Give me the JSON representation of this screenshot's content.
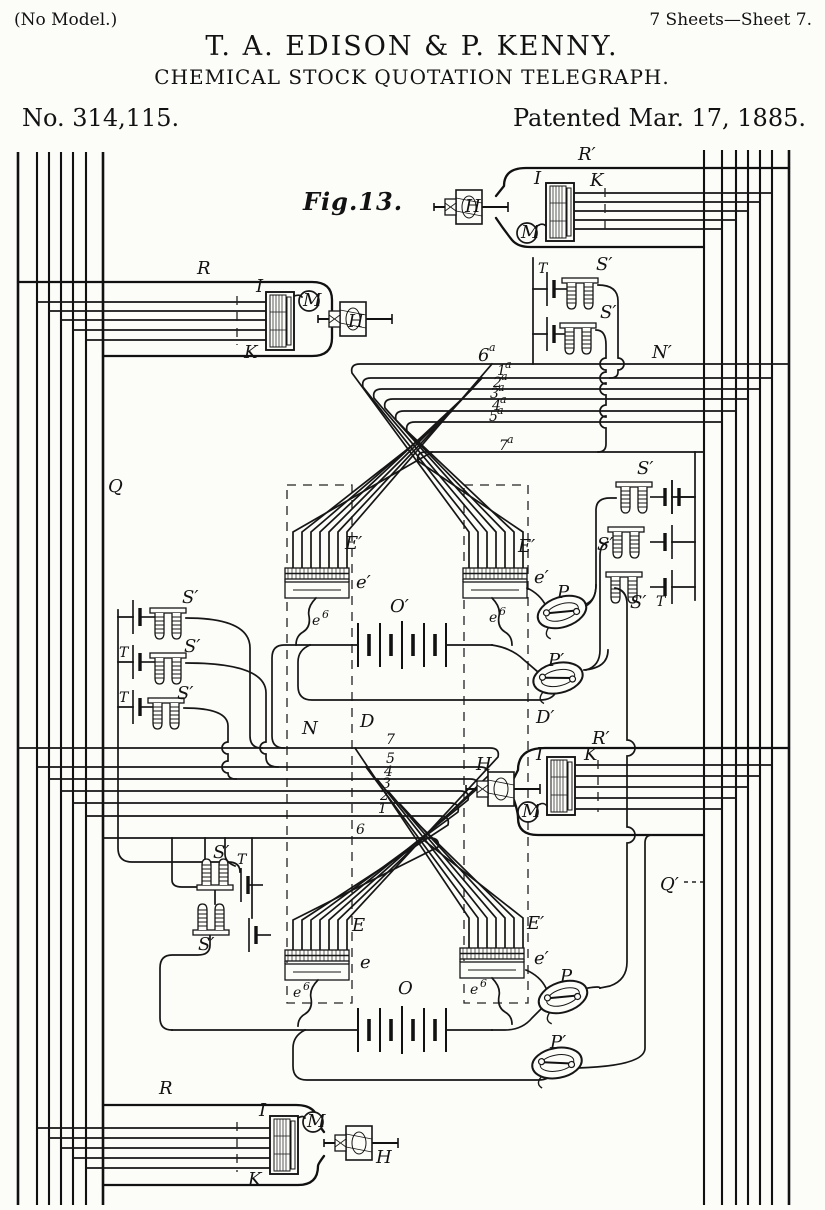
{
  "header": {
    "no_model": "(No Model.)",
    "sheets": "7 Sheets—Sheet 7.",
    "author": "T. A. EDISON & P. KENNY.",
    "title": "CHEMICAL STOCK QUOTATION TELEGRAPH.",
    "patent_no": "No. 314,115.",
    "patent_date": "Patented Mar. 17, 1885."
  },
  "figure": {
    "caption": "Fig.13."
  },
  "d": {
    "R": "R",
    "R2": "R′",
    "Q": "Q",
    "Q2": "Q′",
    "N": "N",
    "N2": "N′",
    "D": "D",
    "D2": "D′",
    "I": "I",
    "K": "K",
    "M": "M",
    "H": "H",
    "E": "E",
    "Ep": "E′",
    "e": "e",
    "ep": "e′",
    "e6b": "e",
    "e6s": "6",
    "O": "O",
    "Op": "O′",
    "P": "P",
    "Pp": "P′",
    "S": "S′",
    "T": "T"
  },
  "uw": {
    "n": [
      "6",
      "1",
      "2",
      "3",
      "4",
      "5",
      "7"
    ],
    "s": "a"
  },
  "lw": {
    "n": [
      "7",
      "5",
      "4",
      "3",
      "2",
      "1",
      "6"
    ]
  }
}
